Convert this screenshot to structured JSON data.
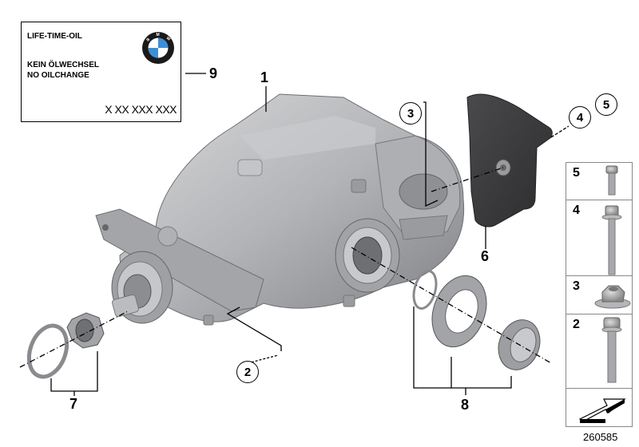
{
  "label": {
    "line1": "LIFE-TIME-OIL",
    "line2": "KEIN ÖLWECHSEL",
    "line3": "NO OILCHANGE",
    "part_number": "X XX XXX XXX",
    "logo": "bmw-roundel-icon",
    "logo_letters": "BMW"
  },
  "callouts": {
    "c1": "1",
    "c2": "2",
    "c3": "3",
    "c4": "4",
    "c5": "5",
    "c6": "6",
    "c7": "7",
    "c8": "8",
    "c9": "9"
  },
  "legend": {
    "items": [
      {
        "num": "5",
        "part": "bolt-short-icon"
      },
      {
        "num": "4",
        "part": "bolt-long-flange-icon"
      },
      {
        "num": "3",
        "part": "flange-nut-icon"
      },
      {
        "num": "2",
        "part": "hex-bolt-icon"
      }
    ],
    "arrow": "direction-arrow-icon"
  },
  "diagram_id": "260585",
  "colors": {
    "housing": "#b9b9bb",
    "housing_dark": "#7f8084",
    "pad": "#3a3a3c",
    "line": "#000000"
  }
}
